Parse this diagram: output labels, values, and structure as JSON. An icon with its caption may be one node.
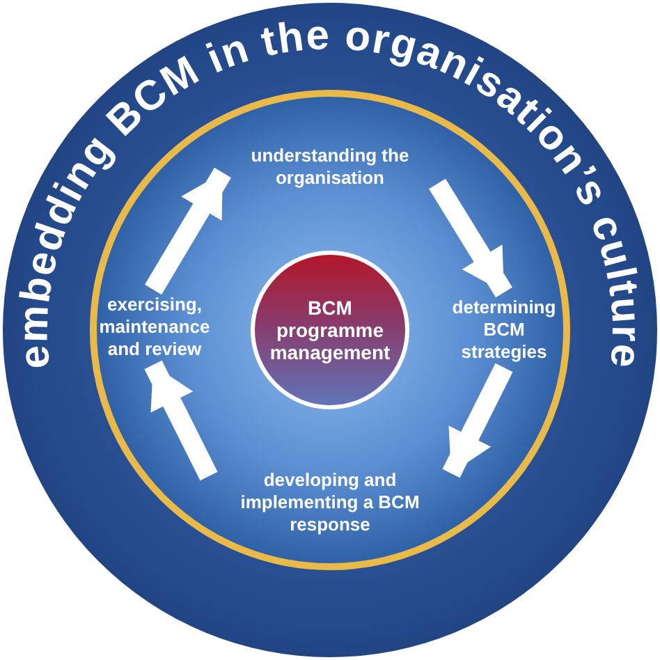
{
  "diagram": {
    "nodes": [
      {
        "text": [
          "embedding BCM in the organisation’s culture"
        ]
      },
      {
        "text": [
          "understanding the organisation"
        ],
        "in": 0
      },
      {
        "text": [
          "determining BCM strategies"
        ],
        "in": 0
      },
      {
        "text": [
          "developing and implementing a BCM response"
        ],
        "in": 0
      },
      {
        "text": [
          "exercising, maintenance and review"
        ],
        "in": 0
      },
      {
        "text": [
          "BCM programme management"
        ],
        "in": 0
      }
    ],
    "edges": [
      {
        "from": 1,
        "to": 2,
        "arrow": "to"
      },
      {
        "from": 2,
        "to": 3,
        "arrow": "to"
      },
      {
        "from": 3,
        "to": 4,
        "arrow": "to"
      },
      {
        "from": 4,
        "to": 1,
        "arrow": "to"
      }
    ]
  }
}
